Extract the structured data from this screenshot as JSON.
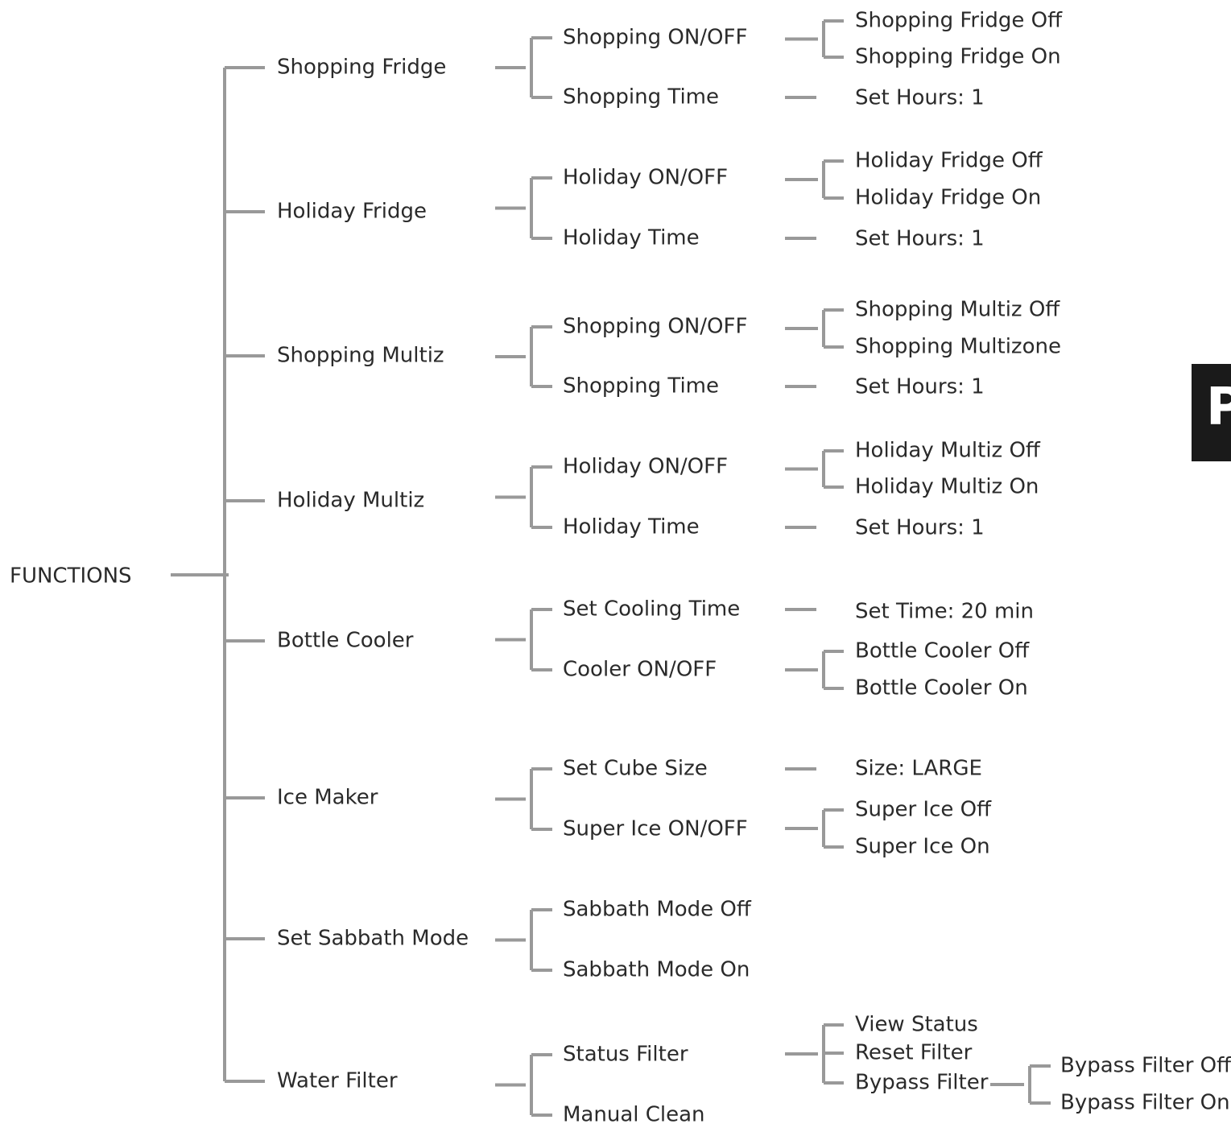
{
  "root": "FUNCTIONS",
  "menu": [
    {
      "label": "Shopping Fridge",
      "children": [
        {
          "label": "Shopping ON/OFF",
          "options": [
            "Shopping Fridge Off",
            "Shopping Fridge On"
          ]
        },
        {
          "label": "Shopping Time",
          "options": [
            "Set Hours: 1"
          ]
        }
      ]
    },
    {
      "label": "Holiday Fridge",
      "children": [
        {
          "label": "Holiday ON/OFF",
          "options": [
            "Holiday Fridge Off",
            "Holiday Fridge On"
          ]
        },
        {
          "label": "Holiday Time",
          "options": [
            "Set Hours: 1"
          ]
        }
      ]
    },
    {
      "label": "Shopping Multiz",
      "children": [
        {
          "label": "Shopping ON/OFF",
          "options": [
            "Shopping Multiz Off",
            "Shopping Multizone"
          ]
        },
        {
          "label": "Shopping Time",
          "options": [
            "Set Hours: 1"
          ]
        }
      ]
    },
    {
      "label": "Holiday Multiz",
      "children": [
        {
          "label": "Holiday ON/OFF",
          "options": [
            "Holiday Multiz Off",
            "Holiday Multiz On"
          ]
        },
        {
          "label": "Holiday Time",
          "options": [
            "Set Hours: 1"
          ]
        }
      ]
    },
    {
      "label": "Bottle Cooler",
      "children": [
        {
          "label": "Set Cooling Time",
          "options": [
            "Set Time: 20 min"
          ]
        },
        {
          "label": "Cooler ON/OFF",
          "options": [
            "Bottle Cooler Off",
            "Bottle Cooler On"
          ]
        }
      ]
    },
    {
      "label": "Ice Maker",
      "children": [
        {
          "label": "Set Cube Size",
          "options": [
            "Size: LARGE"
          ]
        },
        {
          "label": "Super Ice ON/OFF",
          "options": [
            "Super Ice Off",
            "Super Ice On"
          ]
        }
      ]
    },
    {
      "label": "Set Sabbath Mode",
      "children": [
        {
          "label": "Sabbath Mode Off",
          "options": []
        },
        {
          "label": "Sabbath Mode On",
          "options": []
        }
      ]
    },
    {
      "label": "Water Filter",
      "children": [
        {
          "label": "Status Filter",
          "options": [
            "View Status",
            "Reset Filter",
            "Bypass Filter"
          ],
          "sub_options": [
            "Bypass Filter Off",
            "Bypass Filter On"
          ]
        },
        {
          "label": "Manual Clean",
          "options": []
        }
      ]
    }
  ],
  "side_tab": "P",
  "colors": {
    "connector": "#999999",
    "text": "#2a2a2a",
    "tab": "#1a1a1a"
  }
}
